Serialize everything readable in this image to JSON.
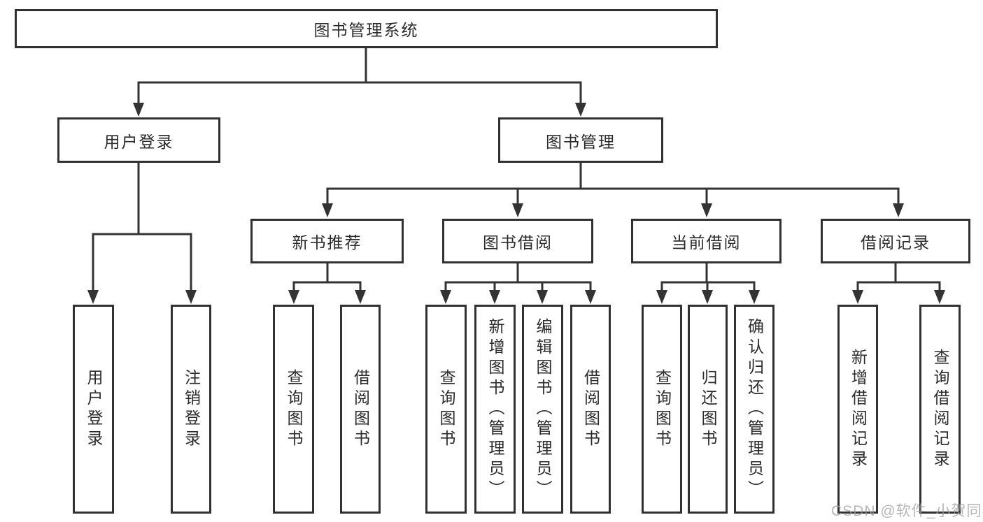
{
  "diagram": {
    "root": "图书管理系统",
    "branches": {
      "user_login": "用户登录",
      "book_mgmt": "图书管理"
    },
    "modules": {
      "new_book": "新书推荐",
      "borrow": "图书借阅",
      "current": "当前借阅",
      "records": "借阅记录"
    },
    "leaves": {
      "login": "用户登录",
      "logout": "注销登录",
      "nb_query": "查询图书",
      "nb_borrow": "借阅图书",
      "bw_query": "查询图书",
      "bw_add": "新增图书（管理员）",
      "bw_edit": "编辑图书（管理员）",
      "bw_borrow": "借阅图书",
      "cu_query": "查询图书",
      "cu_return": "归还图书",
      "cu_confirm": "确认归还（管理员）",
      "rec_add": "新增借阅记录",
      "rec_query": "查询借阅记录"
    }
  },
  "watermark": "CSDN @软件_小贺同学",
  "colors": {
    "line": "#333333",
    "box_border": "#313131",
    "text": "#2b2b2b",
    "watermark": "#9e9e9e",
    "background": "#ffffff"
  }
}
